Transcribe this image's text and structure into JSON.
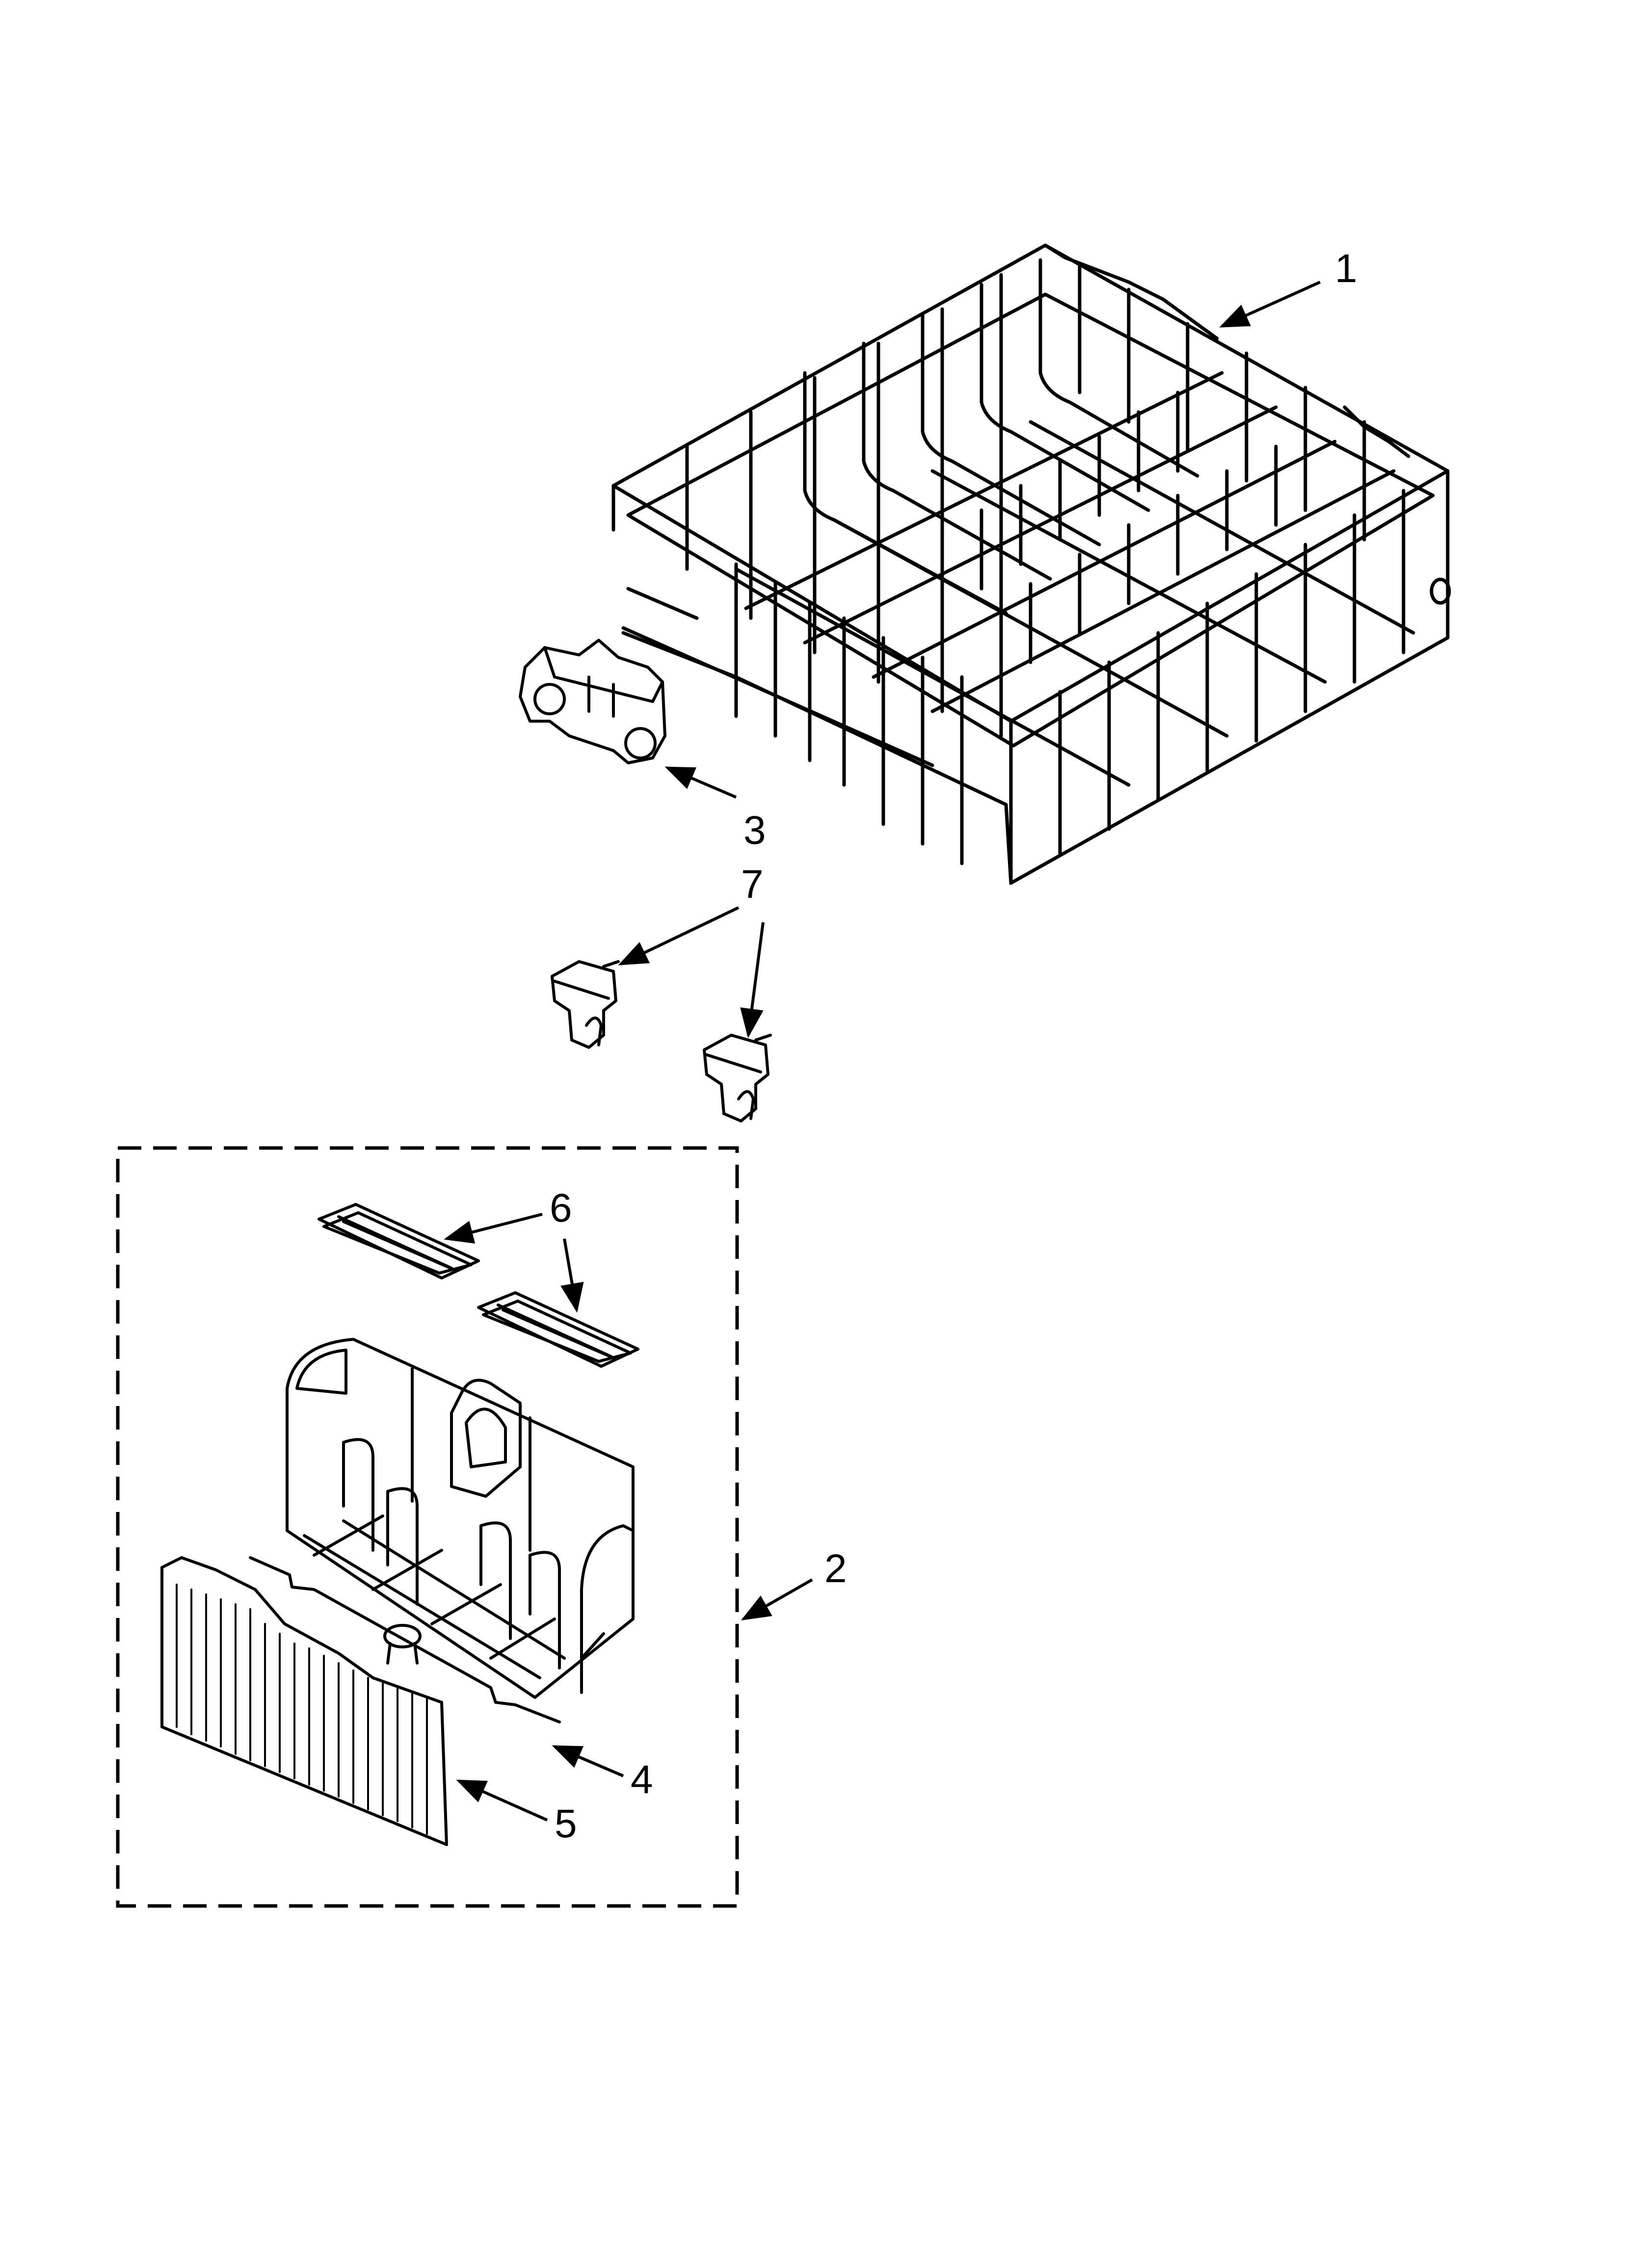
{
  "diagram": {
    "callouts": [
      {
        "id": "1",
        "label": "1",
        "part": "lower-rack"
      },
      {
        "id": "2",
        "label": "2",
        "part": "silverware-basket-assembly"
      },
      {
        "id": "3",
        "label": "3",
        "part": "rack-wheel"
      },
      {
        "id": "4",
        "label": "4",
        "part": "basket-handle-rod"
      },
      {
        "id": "5",
        "label": "5",
        "part": "basket-cover"
      },
      {
        "id": "6",
        "label": "6",
        "part": "basket-lid"
      },
      {
        "id": "7",
        "label": "7",
        "part": "rack-clip"
      }
    ]
  },
  "colors": {
    "ink": "#000000",
    "paper": "#ffffff"
  }
}
